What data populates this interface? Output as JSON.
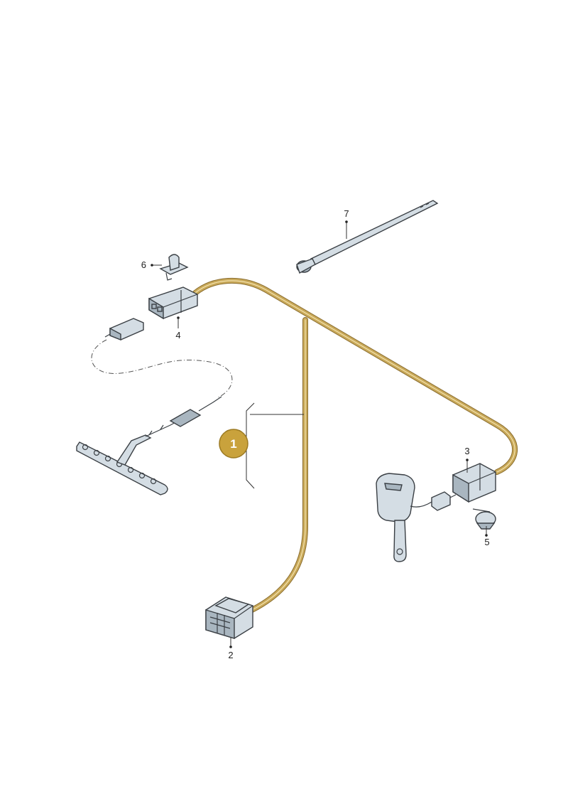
{
  "colors": {
    "harness": "#c9a95a",
    "harness_outline": "#8a6d2e",
    "badge": "#c9a23c",
    "part_fill": "#d4dde4",
    "part_outline": "#3a3f44"
  },
  "main_item": {
    "label": "1",
    "name": "wiring-harness"
  },
  "callouts": [
    {
      "id": "2",
      "label": "2"
    },
    {
      "id": "3",
      "label": "3"
    },
    {
      "id": "4",
      "label": "4"
    },
    {
      "id": "5",
      "label": "5"
    },
    {
      "id": "6",
      "label": "6"
    },
    {
      "id": "7",
      "label": "7"
    }
  ]
}
